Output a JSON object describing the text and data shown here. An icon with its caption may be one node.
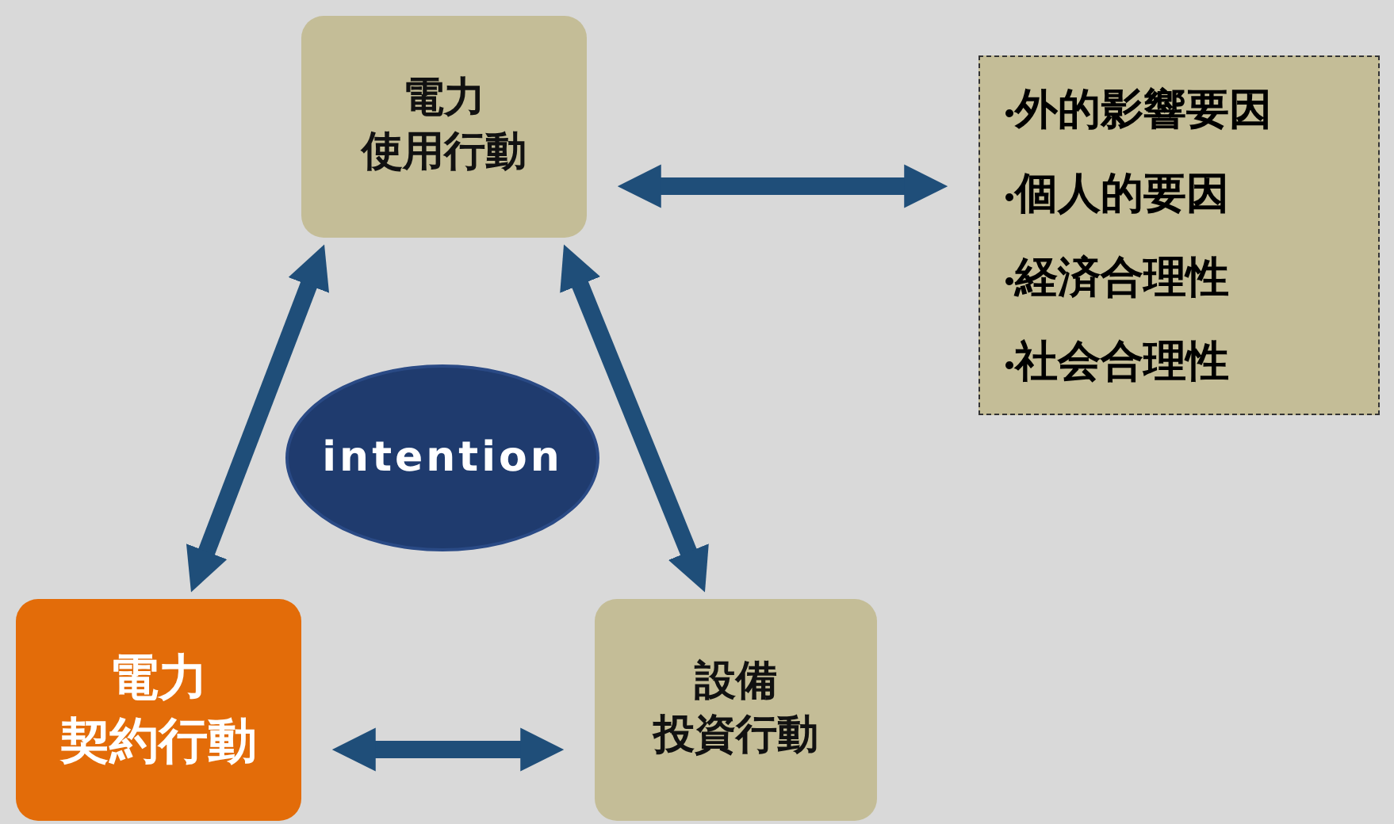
{
  "diagram": {
    "nodes": [
      {
        "text": [
          "電力",
          "使用行動"
        ]
      },
      {
        "text": [
          "外的影響要因",
          "個人的要因",
          "経済合理性",
          "社会合理性"
        ]
      },
      {
        "text": [
          "intention"
        ]
      },
      {
        "text": [
          "電力",
          "契約行動"
        ]
      },
      {
        "text": [
          "設備",
          "投資行動"
        ]
      }
    ],
    "edges": [
      {
        "from": 0,
        "to": 1,
        "arrow": "both"
      },
      {
        "from": 0,
        "to": 3,
        "arrow": "both"
      },
      {
        "from": 0,
        "to": 4,
        "arrow": "both"
      },
      {
        "from": 3,
        "to": 4,
        "arrow": "both"
      }
    ]
  }
}
